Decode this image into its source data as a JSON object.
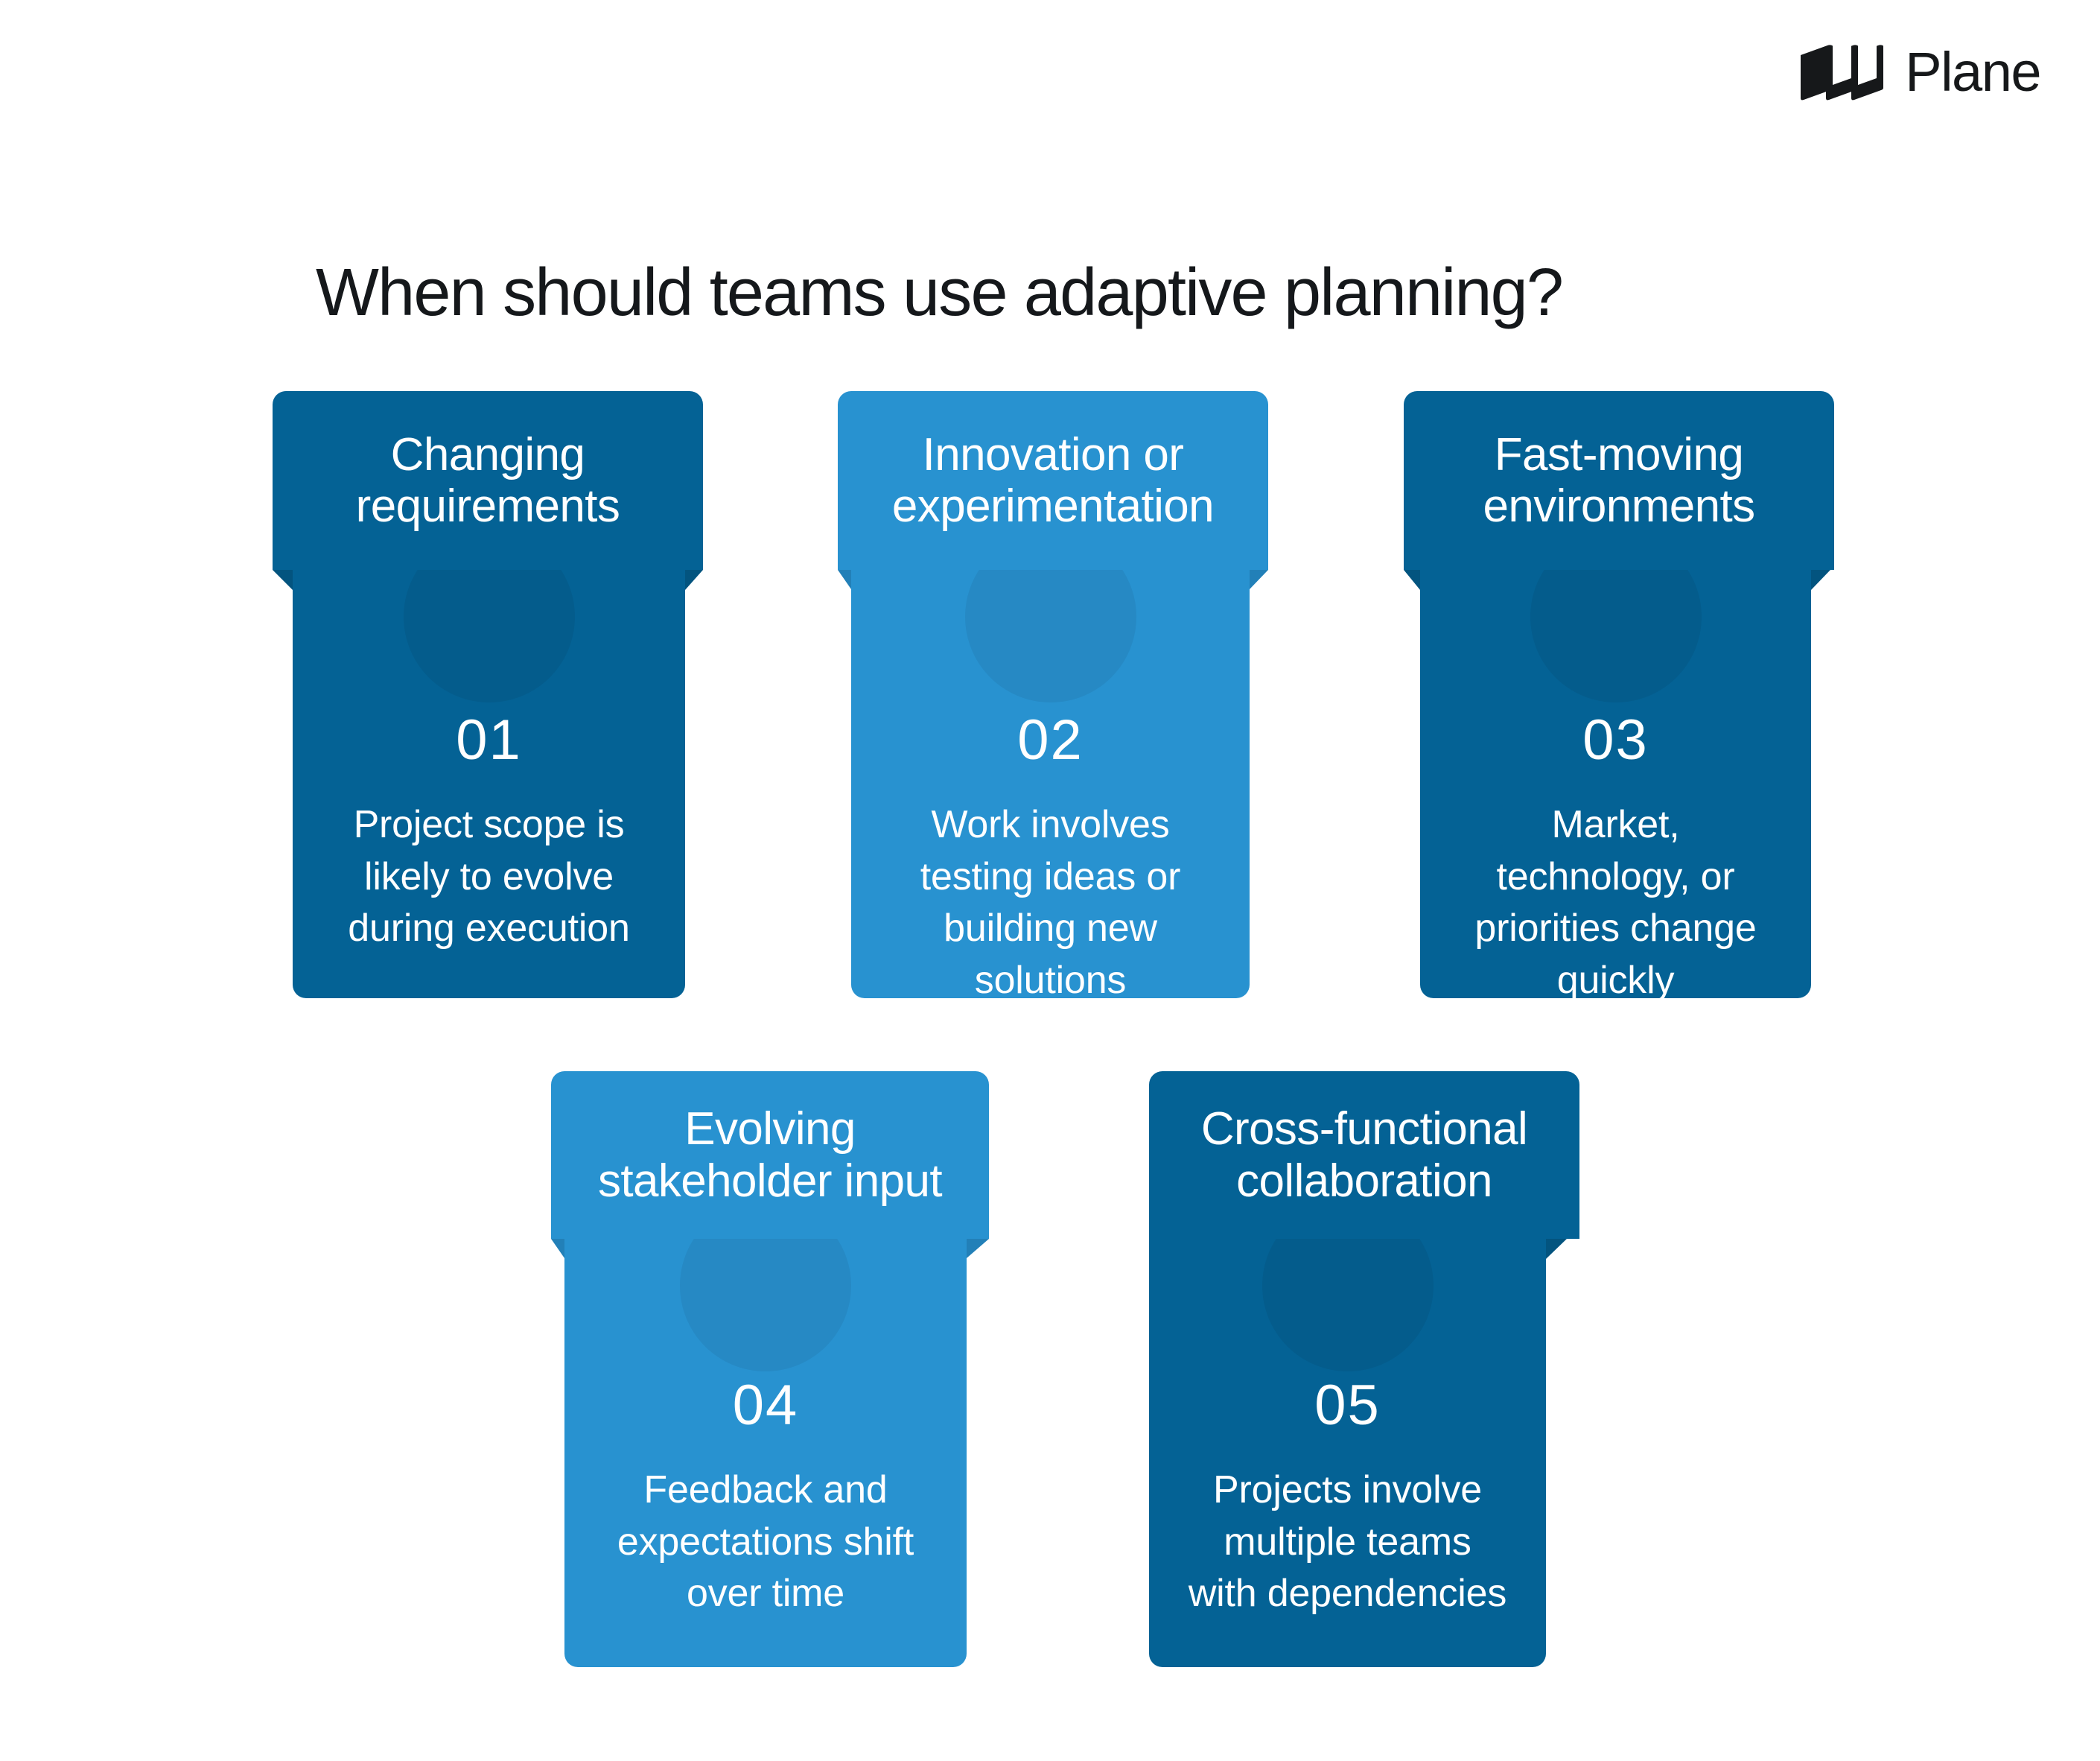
{
  "brand": {
    "name": "Plane",
    "logo_icon": "plane-logo-icon"
  },
  "page": {
    "title": "When should teams use adaptive planning?",
    "background_color": "#ffffff",
    "title_color": "#15181b"
  },
  "palette": {
    "dark_blue": "#046295",
    "light_blue": "#2892d0",
    "dark_blue_circle": "#045c8c",
    "light_blue_circle": "#2689c4",
    "dark_blue_fold": "#03547f",
    "light_blue_fold": "#2280b8",
    "text_on_card": "#ffffff"
  },
  "cards": [
    {
      "number": "01",
      "heading": "Changing\nrequirements",
      "description": "Project scope is\nlikely to evolve\nduring execution",
      "tone": "dark"
    },
    {
      "number": "02",
      "heading": "Innovation or\nexperimentation",
      "description": "Work involves\ntesting ideas or\nbuilding new\nsolutions",
      "tone": "light"
    },
    {
      "number": "03",
      "heading": "Fast-moving\nenvironments",
      "description": "Market,\ntechnology, or\npriorities change\nquickly",
      "tone": "dark"
    },
    {
      "number": "04",
      "heading": "Evolving\nstakeholder input",
      "description": "Feedback and\nexpectations shift\nover time",
      "tone": "light"
    },
    {
      "number": "05",
      "heading": "Cross-functional\ncollaboration",
      "description": "Projects involve\nmultiple teams\nwith dependencies",
      "tone": "dark"
    }
  ]
}
